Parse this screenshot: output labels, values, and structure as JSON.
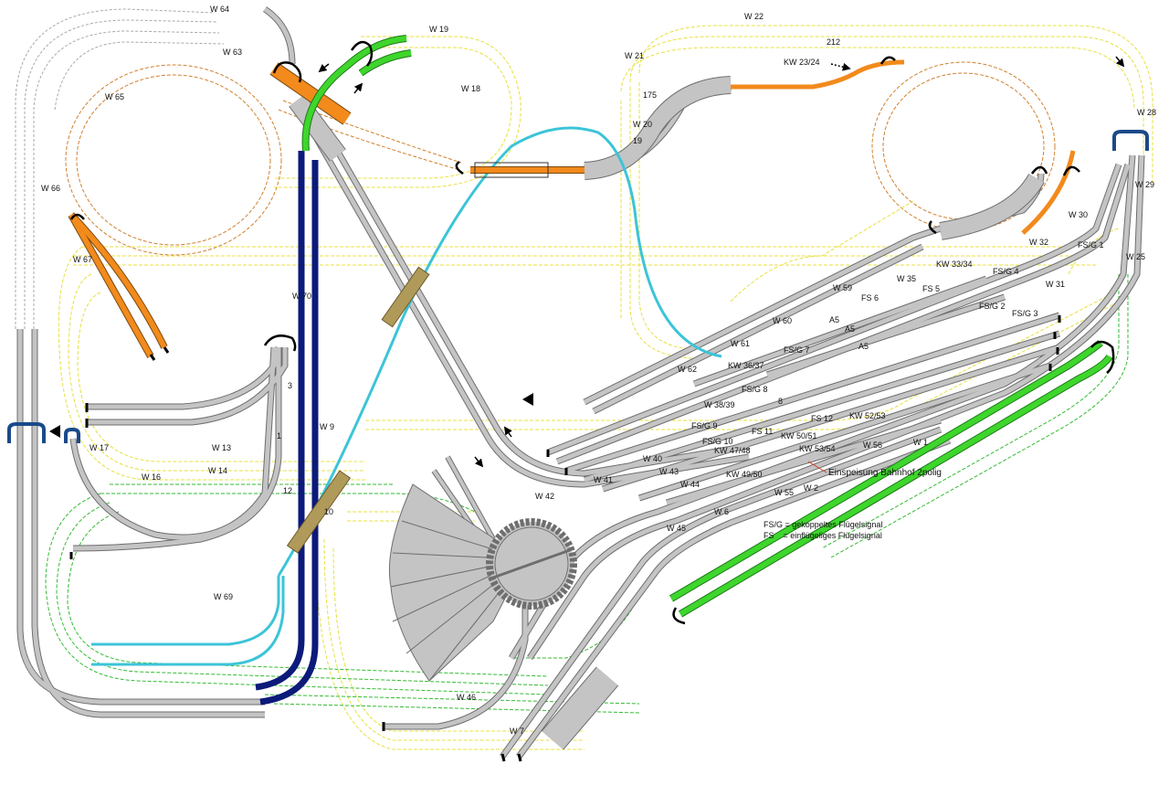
{
  "colors": {
    "grey_track": "#c4c4c4",
    "grey_edge": "#6e6e6e",
    "hidden_yellow": "#e8e040",
    "hidden_green": "#33bb33",
    "hidden_orange": "#d08030",
    "hidden_grey": "#a8a8a8",
    "orange": "#f28a1c",
    "green": "#3ed62c",
    "navy": "#0c1a7a",
    "cyan": "#3cc4d8",
    "bridge": "#b09a5a",
    "signal_blue": "#1a4a8a"
  },
  "icons": [
    "buffer-stop-icon",
    "track-end-marker-icon",
    "direction-arrow-icon",
    "bridge-icon",
    "turntable-icon"
  ],
  "labels": {
    "w64": "W 64",
    "w63": "W 63",
    "w65": "W 65",
    "w66": "W 66",
    "w67": "W 67",
    "w19": "W 19",
    "w18": "W 18",
    "w21": "W 21",
    "w22": "W 22",
    "w20": "W 20",
    "n175": "175",
    "n19": "19",
    "n212": "212",
    "kw2324": "KW 23/24",
    "w28": "W 28",
    "w29": "W 29",
    "w30": "W 30",
    "w32": "W 32",
    "fsg1": "FS/G 1",
    "w25": "W 25",
    "kw3334": "KW 33/34",
    "fsg4": "FS/G 4",
    "w35": "W 35",
    "fs5": "FS 5",
    "fs6": "FS 6",
    "w59": "W 59",
    "w31": "W 31",
    "fsg2": "FS/G 2",
    "fsg3": "FS/G 3",
    "w70": "W 70",
    "w60": "W 60",
    "a5a": "A5",
    "a5b": "A5",
    "a5c": "A5",
    "w61": "W 61",
    "fsg7": "FS/G 7",
    "w62": "W 62",
    "kw3637": "KW 36/37",
    "fsg8": "FS/G 8",
    "n8": "8",
    "w3839": "W 38/39",
    "fs12": "FS 12",
    "kw5253": "KW 52/53",
    "fsg9": "FS/G 9",
    "fs11": "FS 11",
    "kw5051": "KW 50/51",
    "fsg10": "FS/G 10",
    "kw4748": "KW 47/48",
    "kw5354": "KW 53/54",
    "w56": "W 56",
    "w1": "W 1",
    "w40": "W 40",
    "w43": "W 43",
    "w44": "W 44",
    "kw4950": "KW 49/50",
    "w41": "W 41",
    "w42": "W 42",
    "w55": "W 55",
    "w2": "W 2",
    "w6": "W 6",
    "w45": "W 45",
    "w13": "W 13",
    "w14": "W 14",
    "w16": "W 16",
    "w17": "W 17",
    "w9": "W 9",
    "n3": "3",
    "n1": "1",
    "n12": "12",
    "n10": "10",
    "w69": "W 69",
    "w46": "W 46",
    "w7": "W 7"
  },
  "annotations": {
    "feed": "Einspeisung Bahnhof 2polig"
  },
  "legend": {
    "line1": "FS/G = gekoppeltes Flügelsignal",
    "line2": "FS    = einflügeliges Flügelsignal"
  }
}
